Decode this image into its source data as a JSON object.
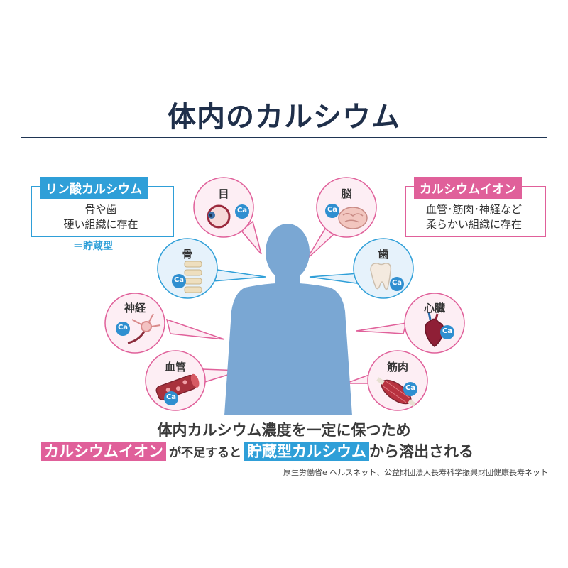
{
  "title": "体内のカルシウム",
  "left_box": {
    "heading": "リン酸カルシウム",
    "line1": "骨や歯",
    "line2": "硬い組織に存在",
    "note": "＝貯蔵型"
  },
  "right_box": {
    "heading": "カルシウムイオン",
    "line1": "血管･筋肉･神経など",
    "line2": "柔らかい組織に存在"
  },
  "organs": {
    "eye": {
      "label": "目",
      "badge": "Ca"
    },
    "bone": {
      "label": "骨",
      "badge": "Ca"
    },
    "nerve": {
      "label": "神経",
      "badge": "Ca"
    },
    "vessel": {
      "label": "血管",
      "badge": "Ca"
    },
    "brain": {
      "label": "脳",
      "badge": "Ca"
    },
    "tooth": {
      "label": "歯",
      "badge": "Ca"
    },
    "heart": {
      "label": "心臓",
      "badge": "Ca"
    },
    "muscle": {
      "label": "筋肉",
      "badge": "Ca"
    }
  },
  "caption": {
    "line1": "体内カルシウム濃度を一定に保つため",
    "ion": "カルシウムイオン",
    "mid": "が不足すると",
    "storage": "貯蔵型カルシウム",
    "end": "から溶出される"
  },
  "source": "厚生労働省e ヘルスネット、公益財団法人長寿科学振興財団健康長寿ネット",
  "colors": {
    "navy": "#1f2f4a",
    "blue": "#2f9fd8",
    "pink": "#e0609a",
    "body": "#7aa7d3",
    "blue_circle_fill": "#e6f2fb",
    "pink_circle_fill": "#fdeef4",
    "badge": "#2f8fd0"
  }
}
